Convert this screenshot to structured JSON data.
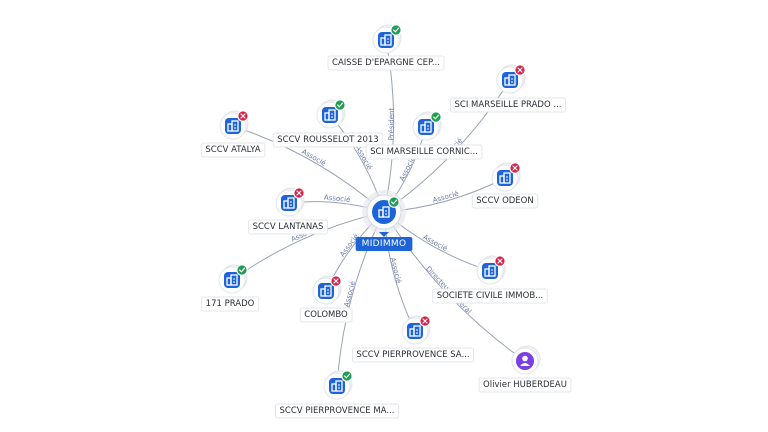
{
  "center": {
    "label": "MIDIMMO",
    "status": "active",
    "icon": "building-icon"
  },
  "colors": {
    "company": "#1c64d8",
    "person": "#7b3fe4",
    "active": "#1f9d55",
    "inactive": "#d6214a",
    "edge": "#9aa3b5",
    "edge_label": "#6b79a8"
  },
  "nodes": [
    {
      "id": "caisse",
      "label": "CAISSE D'EPARGNE CEP...",
      "type": "company",
      "status": "active",
      "edge_label": "Président"
    },
    {
      "id": "sci-prado",
      "label": "SCI MARSEILLE PRADO ...",
      "type": "company",
      "status": "inactive",
      "edge_label": "Associé"
    },
    {
      "id": "rousselot",
      "label": "SCCV ROUSSELOT 2013",
      "type": "company",
      "status": "active",
      "edge_label": "Associé"
    },
    {
      "id": "corniche",
      "label": "SCI MARSEILLE CORNIC...",
      "type": "company",
      "status": "active",
      "edge_label": "Associé"
    },
    {
      "id": "atalya",
      "label": "SCCV ATALYA",
      "type": "company",
      "status": "inactive",
      "edge_label": "Associé"
    },
    {
      "id": "odeon",
      "label": "SCCV ODEON",
      "type": "company",
      "status": "inactive",
      "edge_label": "Associé"
    },
    {
      "id": "lantanas",
      "label": "SCCV LANTANAS",
      "type": "company",
      "status": "inactive",
      "edge_label": "Associé"
    },
    {
      "id": "prado171",
      "label": "171 PRADO",
      "type": "company",
      "status": "active",
      "edge_label": "Associé"
    },
    {
      "id": "immob",
      "label": "SOCIETE CIVILE IMMOB...",
      "type": "company",
      "status": "inactive",
      "edge_label": "Associé"
    },
    {
      "id": "colombo",
      "label": "COLOMBO",
      "type": "company",
      "status": "inactive",
      "edge_label": "Associé"
    },
    {
      "id": "pierprov-sa",
      "label": "SCCV PIERPROVENCE SA...",
      "type": "company",
      "status": "inactive",
      "edge_label": "Associé"
    },
    {
      "id": "huberdeau",
      "label": "Olivier HUBERDEAU",
      "type": "person",
      "status": "none",
      "edge_label": "Directeur Général"
    },
    {
      "id": "pierprov-ma",
      "label": "SCCV PIERPROVENCE MA...",
      "type": "company",
      "status": "active",
      "edge_label": "Associé"
    }
  ]
}
